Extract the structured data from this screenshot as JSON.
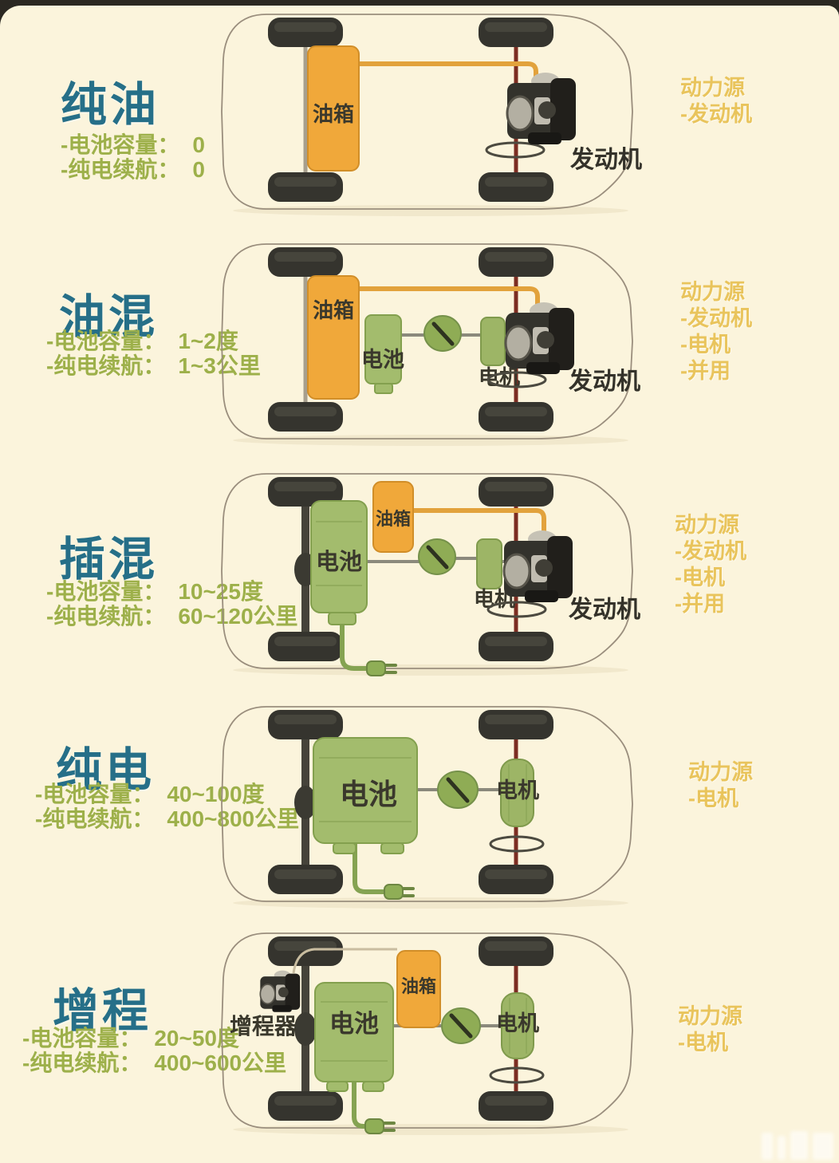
{
  "rows": [
    {
      "title": "纯油",
      "specs": {
        "battery_label": "-电池容量：",
        "battery_value": "0",
        "range_label": "-纯电续航：",
        "range_value": "0"
      },
      "power": [
        "动力源",
        "-发动机"
      ],
      "components": {
        "fuel_tank": "油箱",
        "engine": "发动机"
      }
    },
    {
      "title": "油混",
      "specs": {
        "battery_label": "-电池容量：",
        "battery_value": "1~2度",
        "range_label": "-纯电续航：",
        "range_value": "1~3公里"
      },
      "power": [
        "动力源",
        "-发动机",
        "-电机",
        "-并用"
      ],
      "components": {
        "fuel_tank": "油箱",
        "battery": "电池",
        "motor": "电机",
        "engine": "发动机"
      }
    },
    {
      "title": "插混",
      "specs": {
        "battery_label": "-电池容量：",
        "battery_value": "10~25度",
        "range_label": "-纯电续航：",
        "range_value": "60~120公里"
      },
      "power": [
        "动力源",
        "-发动机",
        "-电机",
        "-并用"
      ],
      "components": {
        "fuel_tank": "油箱",
        "battery": "电池",
        "motor": "电机",
        "engine": "发动机"
      }
    },
    {
      "title": "纯电",
      "specs": {
        "battery_label": "-电池容量：",
        "battery_value": "40~100度",
        "range_label": "-纯电续航：",
        "range_value": "400~800公里"
      },
      "power": [
        "动力源",
        "-电机"
      ],
      "components": {
        "battery": "电池",
        "motor": "电机"
      }
    },
    {
      "title": "增程",
      "specs": {
        "battery_label": "-电池容量：",
        "battery_value": "20~50度",
        "range_label": "-纯电续航：",
        "range_value": "400~600公里"
      },
      "power": [
        "动力源",
        "-电机"
      ],
      "components": {
        "range_extender": "增程器",
        "battery": "电池",
        "fuel_tank": "油箱",
        "motor": "电机"
      }
    }
  ],
  "colors": {
    "background": "#fbf4dc",
    "frame": "#2b2822",
    "title": "#266f88",
    "spec": "#9db04a",
    "power": "#e9c45c",
    "tank_orange": "#f0a83a",
    "battery_green": "#a3bc6d",
    "motor_green": "#9db566",
    "fuel_line": "#e2a23c",
    "electric_line": "#8b897c",
    "axle_red": "#7c2d22",
    "wheel": "#35342e"
  }
}
